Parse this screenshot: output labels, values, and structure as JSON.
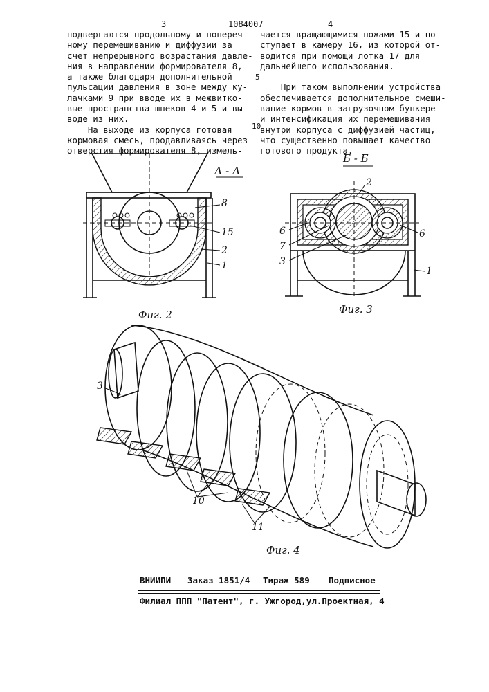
{
  "header": {
    "page_left": "3",
    "patent_number": "1084007",
    "page_right": "4"
  },
  "left_column": [
    "подвергаются продольному и попереч-",
    "ному перемешиванию и диффузии за",
    "счет непрерывного возрастания давле-",
    "ния в направлении формирователя 8,",
    "а также благодаря дополнительной",
    "пульсации давления в зоне между ку-",
    "лачками 9 при вводе их в межвитко-",
    "вые пространства шнеков 4 и 5 и вы-",
    "воде из них.",
    "    На выходе из корпуса готовая",
    "кормовая смесь, продавливаясь через",
    "отверстия формирователя 8, измель-"
  ],
  "right_column": [
    "чается вращающимися ножами 15 и по-",
    "ступает в камеру 16, из которой от-",
    "водится при помощи лотка 17 для",
    "дальнейшего использования.",
    "",
    "    При таком выполнении устройства",
    "обеспечивается дополнительное смеши-",
    "вание кормов в загрузочном бункере",
    "и интенсификация их перемешивания",
    "внутри корпуса с диффузией частиц,",
    "что существенно повышает качество",
    "готового продукта."
  ],
  "line_numbers": [
    "5",
    "10"
  ],
  "fig2": {
    "section": "А - А",
    "caption": "Фиг. 2",
    "callouts": [
      "8",
      "15",
      "2",
      "1"
    ]
  },
  "fig3": {
    "section": "Б - Б",
    "caption": "Фиг. 3",
    "callouts": [
      "2",
      "6",
      "7",
      "3",
      "6",
      "1"
    ]
  },
  "fig4": {
    "caption": "Фиг. 4",
    "callouts": [
      "3",
      "10",
      "11"
    ]
  },
  "footer": {
    "org": "ВНИИПИ",
    "order": "Заказ 1851/4",
    "circulation": "Тираж 589",
    "type": "Подписное",
    "branch": "Филиал ППП \"Патент\", г. Ужгород,ул.Проектная, 4"
  }
}
